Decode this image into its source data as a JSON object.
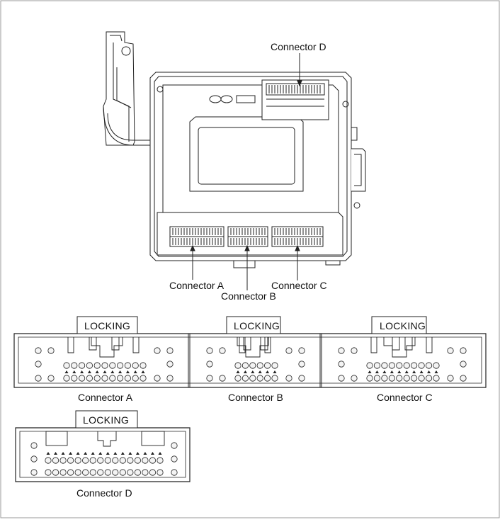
{
  "labels": {
    "connector_d_top": "Connector D",
    "connector_a_top": "Connector A",
    "connector_b_top": "Connector B",
    "connector_c_top": "Connector C",
    "connector_a": "Connector A",
    "connector_b": "Connector B",
    "connector_c": "Connector C",
    "connector_d": "Connector D"
  },
  "locking": {
    "a": "LOCKING",
    "b": "LOCKING",
    "c": "LOCKING",
    "d": "LOCKING"
  },
  "colors": {
    "line": "#222222",
    "fill": "#ffffff",
    "pin_fill": "#f4f4f4"
  }
}
